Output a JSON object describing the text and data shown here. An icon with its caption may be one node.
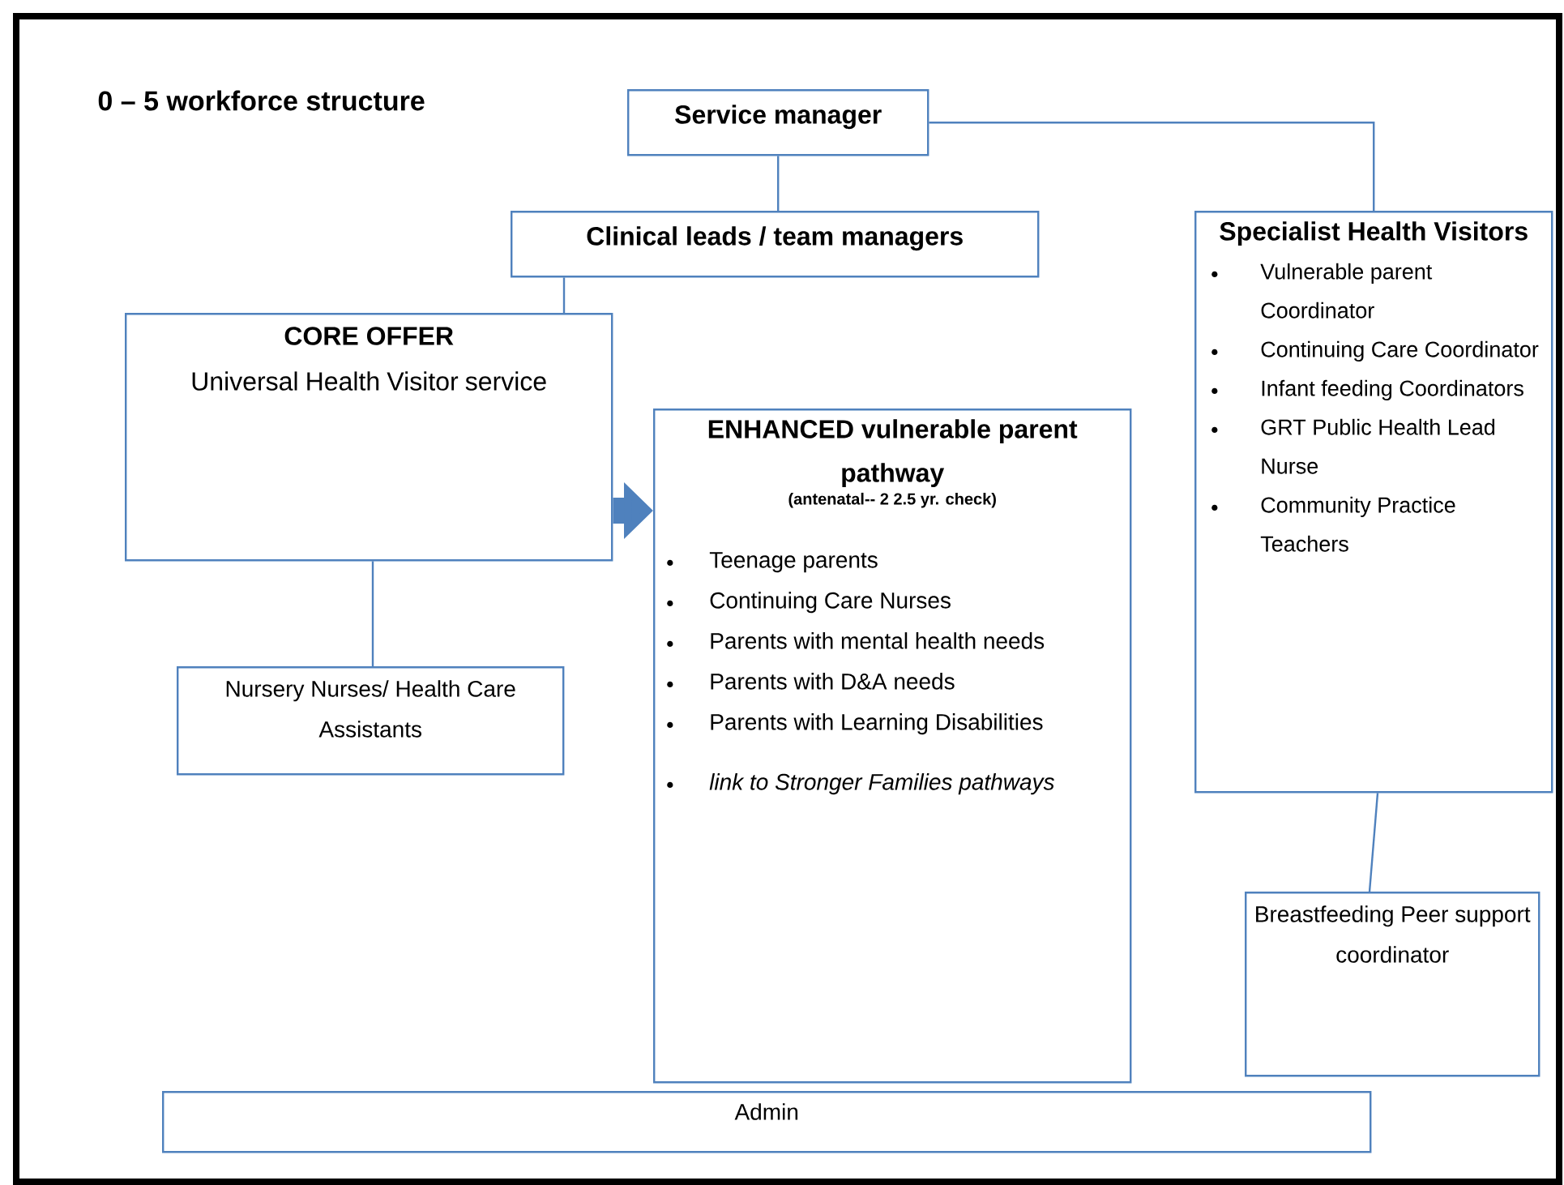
{
  "diagram": {
    "title": "0 – 5 workforce structure",
    "nodes": [
      {
        "text": [
          "Service manager"
        ]
      },
      {
        "text": [
          "Clinical leads / team managers"
        ]
      },
      {
        "text": [
          "CORE OFFER",
          "Universal Health Visitor service"
        ]
      },
      {
        "text": [
          "ENHANCED vulnerable parent pathway",
          "(antenatal-- 2 2.5 yr. check)",
          "Teenage parents",
          "Continuing Care Nurses",
          "Parents with mental health needs",
          "Parents with D&A needs",
          "Parents with Learning Disabilities",
          "link to Stronger Families pathways"
        ]
      },
      {
        "text": [
          "Specialist Health Visitors",
          "Vulnerable parent Coordinator",
          "Continuing Care Coordinator",
          "Infant feeding Coordinators",
          "GRT Public Health Lead Nurse",
          "Community Practice Teachers"
        ]
      },
      {
        "text": [
          "Nursery Nurses/ Health Care Assistants"
        ]
      },
      {
        "text": [
          "Breastfeeding Peer support coordinator"
        ]
      },
      {
        "text": [
          "Admin"
        ]
      }
    ],
    "edges": [
      {
        "from": 0,
        "to": 1,
        "arrow": "none"
      },
      {
        "from": 0,
        "to": 4,
        "arrow": "none"
      },
      {
        "from": 1,
        "to": 2,
        "arrow": "none"
      },
      {
        "from": 2,
        "to": 3,
        "arrow": "to",
        "style": "thick",
        "color": "#4f81bd"
      },
      {
        "from": 2,
        "to": 5,
        "arrow": "none"
      },
      {
        "from": 4,
        "to": 6,
        "arrow": "none"
      }
    ]
  }
}
